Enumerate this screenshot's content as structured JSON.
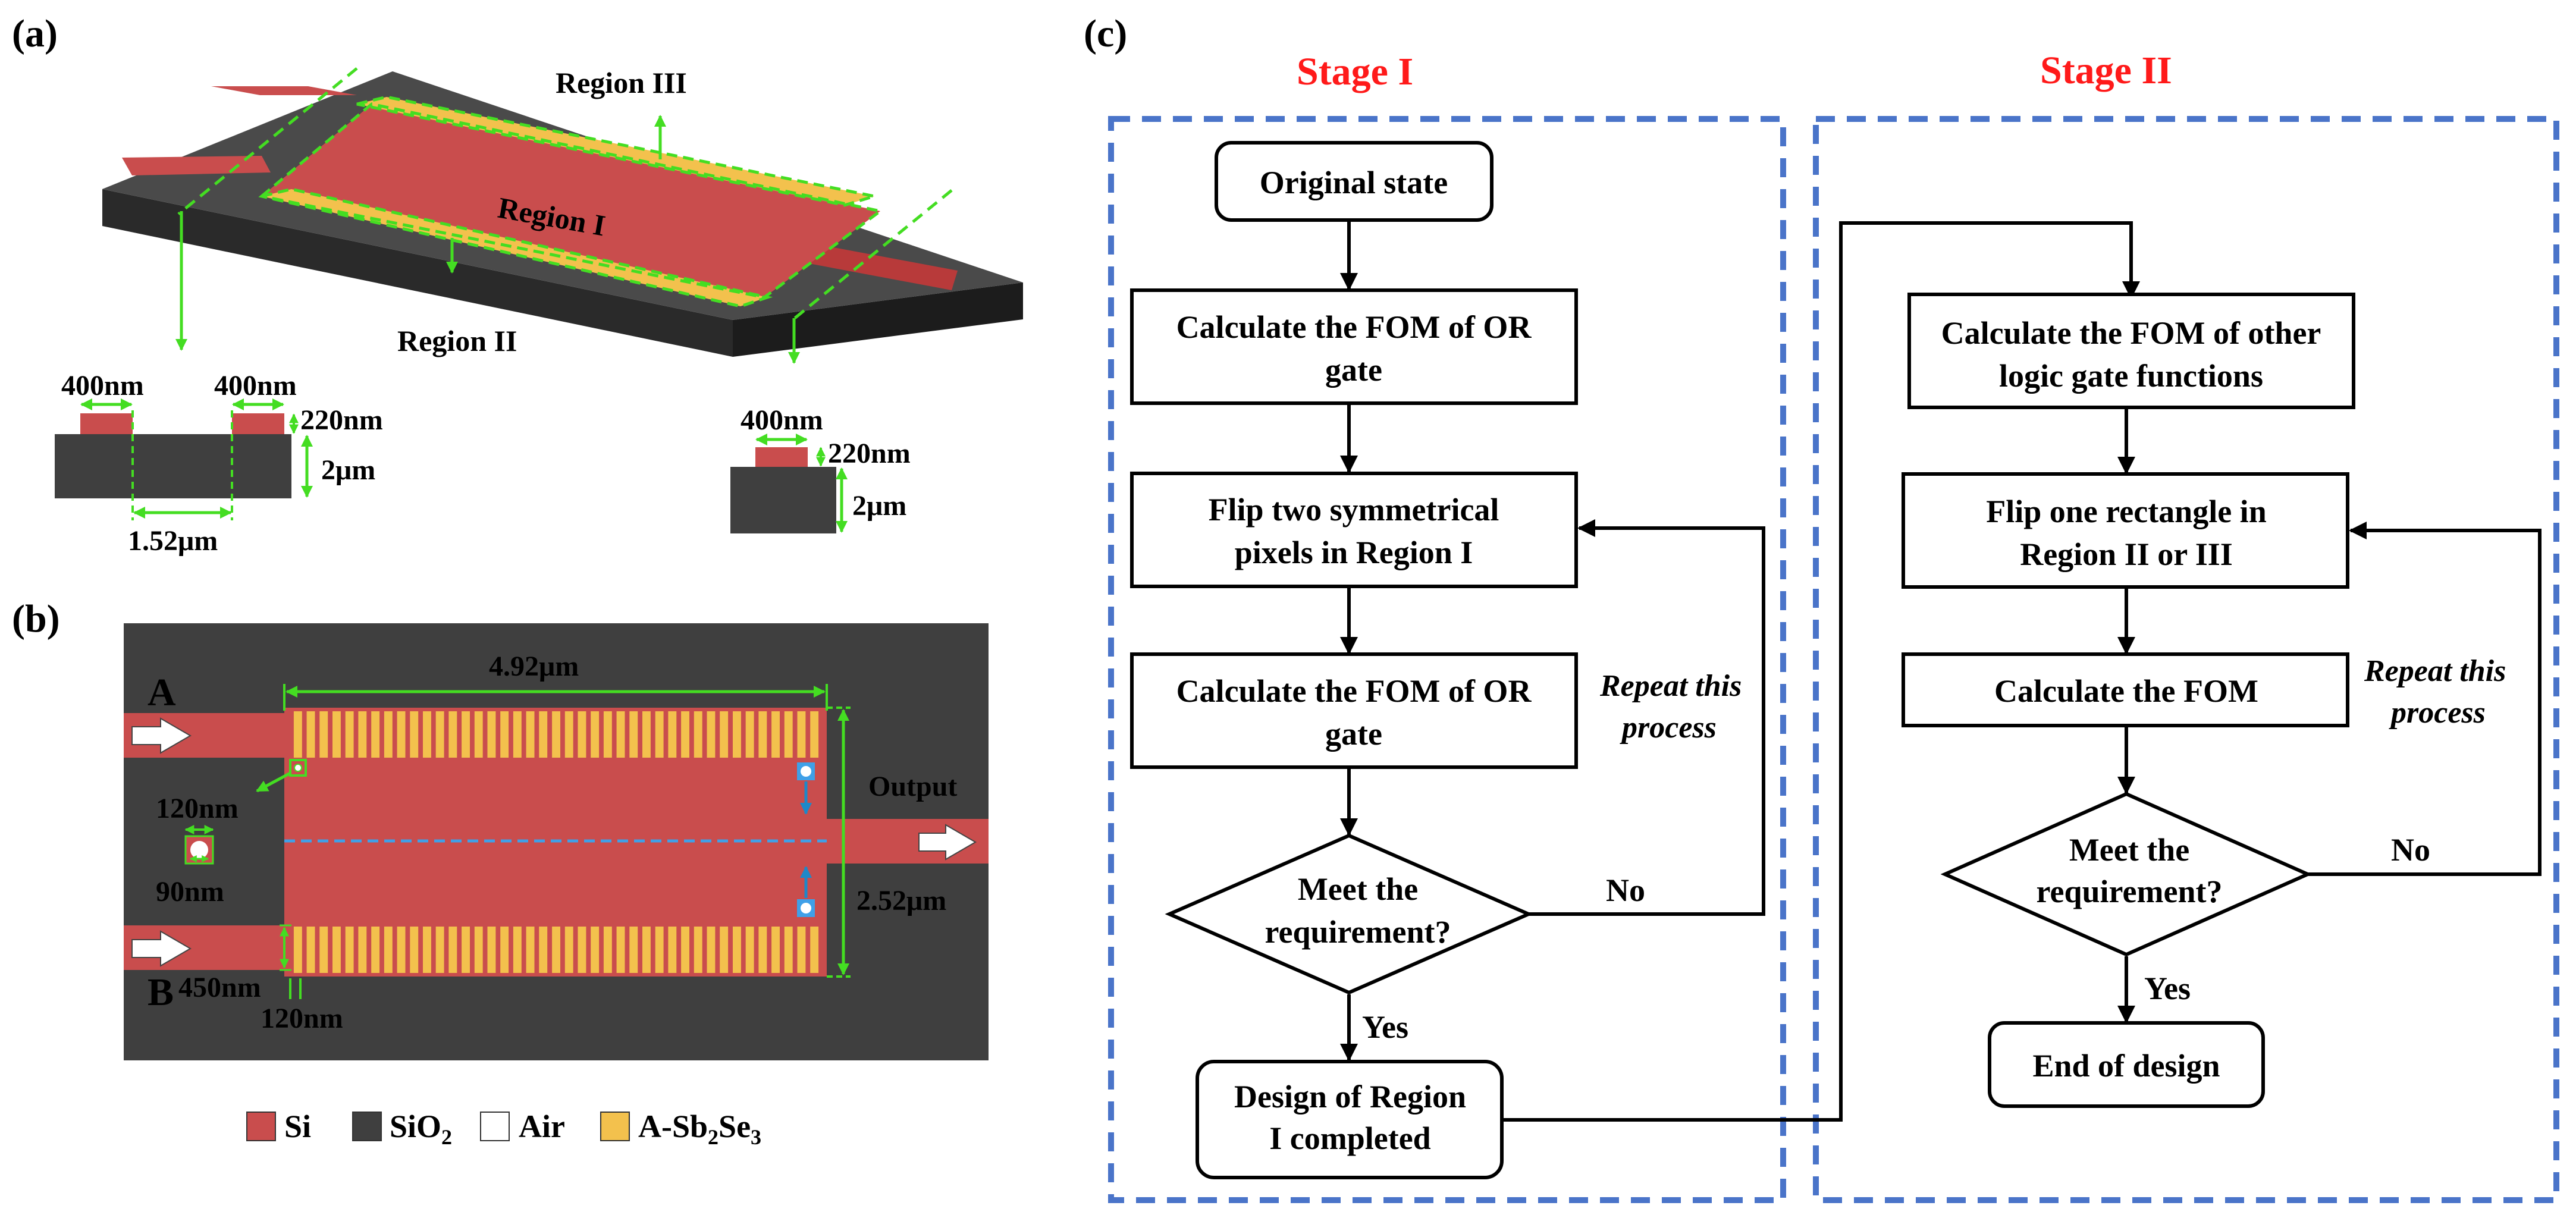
{
  "panel_labels": {
    "a": "(a)",
    "b": "(b)",
    "c": "(c)"
  },
  "panel_a": {
    "region_iii": "Region III",
    "region_i": "Region I",
    "region_ii": "Region II",
    "left_xsec": {
      "w1": "400nm",
      "w2": "400nm",
      "h1": "220nm",
      "h2": "2μm",
      "gap": "1.52μm"
    },
    "right_xsec": {
      "w": "400nm",
      "h1": "220nm",
      "h2": "2μm"
    }
  },
  "panel_b": {
    "input_a": "A",
    "input_b": "B",
    "output": "Output",
    "length": "4.92μm",
    "width": "2.52μm",
    "pixel_size": "120nm",
    "hole": "90nm",
    "wg_width": "450nm",
    "rect_width": "120nm"
  },
  "legend": [
    {
      "label": "Si",
      "color": "#c94d4d"
    },
    {
      "label": "SiO",
      "sub": "2",
      "color": "#3f3f3f"
    },
    {
      "label": "Air",
      "color": "#ffffff"
    },
    {
      "label": "A-Sb",
      "sub": "2",
      "label2": "Se",
      "sub2": "3",
      "color": "#f3c14d"
    }
  ],
  "flowchart": {
    "stage1_title": "Stage I",
    "stage2_title": "Stage II",
    "s1": {
      "original": "Original state",
      "calc1_l1": "Calculate the FOM of OR",
      "calc1_l2": "gate",
      "flip_l1": "Flip two symmetrical",
      "flip_l2": "pixels in Region I",
      "calc2_l1": "Calculate the FOM of OR",
      "calc2_l2": "gate",
      "meet_l1": "Meet the",
      "meet_l2": "requirement?",
      "no": "No",
      "yes": "Yes",
      "repeat_l1": "Repeat this",
      "repeat_l2": "process",
      "done_l1": "Design of Region",
      "done_l2": "I completed"
    },
    "s2": {
      "calc1_l1": "Calculate the FOM of other",
      "calc1_l2": "logic gate functions",
      "flip_l1": "Flip one rectangle in",
      "flip_l2": "Region II or III",
      "calc2": "Calculate the FOM",
      "meet_l1": "Meet the",
      "meet_l2": "requirement?",
      "no": "No",
      "yes": "Yes",
      "repeat_l1": "Repeat this",
      "repeat_l2": "process",
      "end": "End of design"
    }
  },
  "colors": {
    "si": "#c94d4d",
    "sio2": "#3f3f3f",
    "sbse": "#f3c14d",
    "green": "#44dd22",
    "blue_dash": "#4a74c9",
    "stage": "#ff1a1a"
  }
}
